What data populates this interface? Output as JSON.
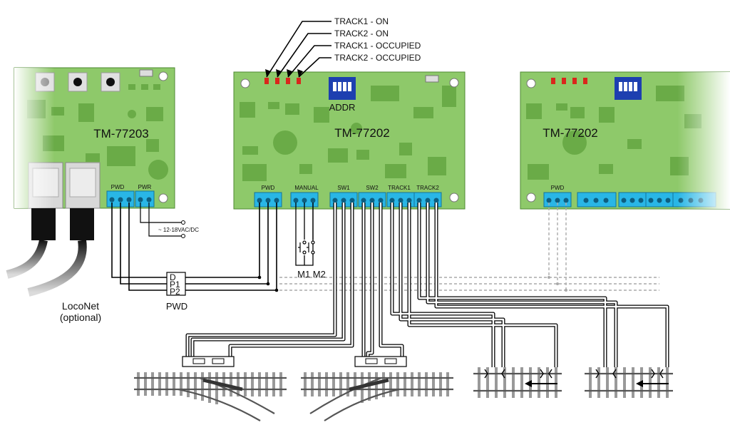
{
  "boards": {
    "left": {
      "title": "TM-77203",
      "connectors": {
        "pwd": "PWD",
        "pwr": "PWR"
      }
    },
    "center": {
      "title": "TM-77202",
      "addr": "ADDR",
      "connectors": {
        "pwd": "PWD",
        "manual": "MANUAL",
        "sw1": "SW1",
        "sw2": "SW2",
        "track1": "TRACK1",
        "track2": "TRACK2"
      }
    },
    "right": {
      "title": "TM-77202",
      "connectors": {
        "pwd": "PWD"
      }
    }
  },
  "led_labels": [
    "TRACK1 - ON",
    "TRACK2 - ON",
    "TRACK1 - OCCUPIED",
    "TRACK2 - OCCUPIED"
  ],
  "power_label": "~ 12-18VAC/DC",
  "manual_buttons": "M1 M2",
  "pwd_bus": {
    "lines": [
      "D",
      "P1",
      "P2"
    ],
    "label": "PWD"
  },
  "loconet": {
    "line1": "LocoNet",
    "line2": "(optional)"
  },
  "colors": {
    "board": "#8ec96a",
    "board_dark": "#6aab47",
    "terminal": "#29b6e6",
    "led": "#d9261c",
    "dip": "#1d3fb0"
  }
}
